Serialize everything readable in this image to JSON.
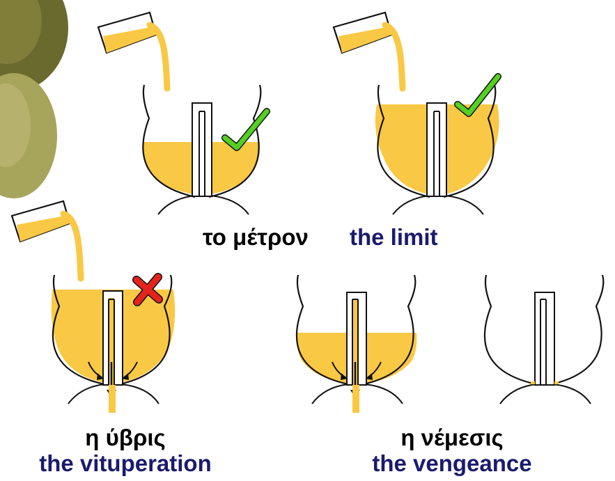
{
  "colors": {
    "liquid": "#f9c844",
    "outline": "#111111",
    "check": "#55d022",
    "cross": "#e4231c",
    "greek_text": "#000000",
    "english_text": "#1a1a6e",
    "olive_dark": "#6b6a2e",
    "olive_light": "#a7a45c"
  },
  "icons": {
    "pouring_cup": "pouring-cup-icon",
    "check": "check-mark-icon",
    "cross": "cross-mark-icon"
  },
  "panels": {
    "partial_fill": {
      "state": "ok",
      "fill_fraction": 0.45
    },
    "full_to_limit": {
      "state": "ok",
      "fill_fraction": 0.85
    },
    "overfilled": {
      "state": "excess",
      "fill_fraction": 1.0
    },
    "draining": {
      "state": "draining",
      "fill_fraction": 0.5
    },
    "emptied": {
      "state": "empty",
      "fill_fraction": 0.0
    }
  },
  "captions": {
    "metron": {
      "greek": "το μέτρον",
      "english": "the limit"
    },
    "hybris": {
      "greek": "η ύβρις",
      "english": "the vituperation"
    },
    "nemesis": {
      "greek": "η νέμεσις",
      "english": "the vengeance"
    }
  }
}
